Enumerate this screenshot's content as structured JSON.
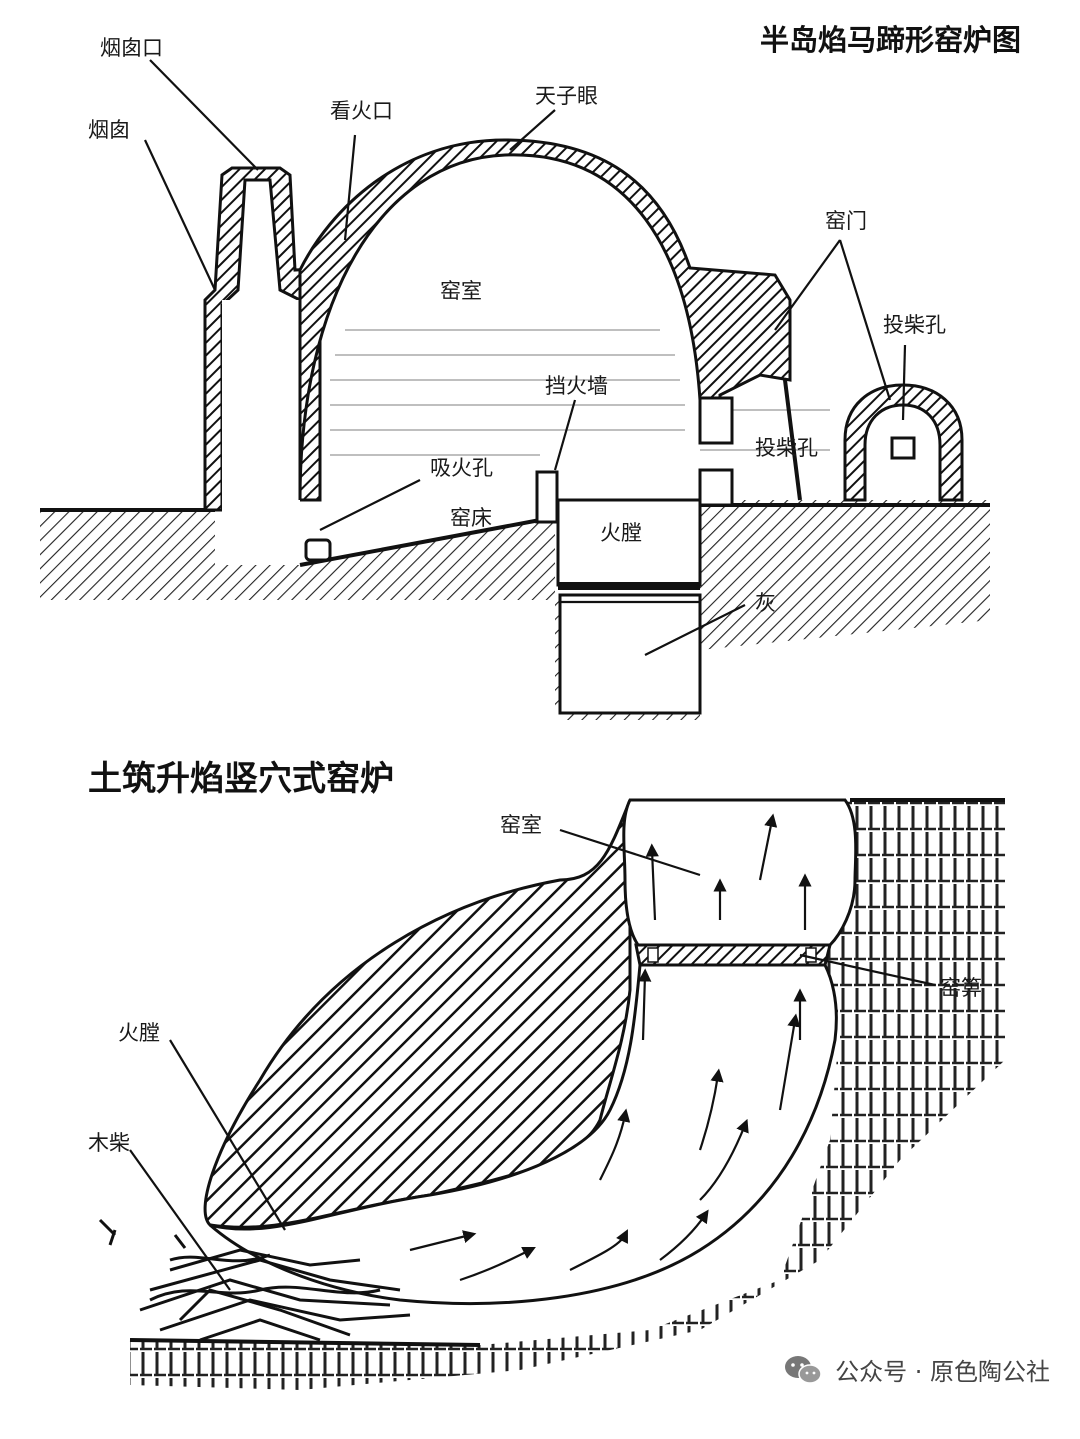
{
  "top_diagram": {
    "title": "半岛焰马蹄形窑炉图",
    "labels": {
      "chimney_mouth": "烟囱口",
      "chimney": "烟囱",
      "viewing_hole": "看火口",
      "sky_eye": "天子眼",
      "kiln_chamber": "窑室",
      "kiln_door": "窑门",
      "firewood_hole_right": "投柴孔",
      "fire_wall": "挡火墙",
      "firewood_hole": "投柴孔",
      "suction_hole": "吸火孔",
      "kiln_bed": "窑床",
      "firebox": "火膛",
      "ash": "灰"
    }
  },
  "bottom_diagram": {
    "title": "土筑升焰竖穴式窑炉",
    "labels": {
      "kiln_chamber": "窑室",
      "kiln_grate": "窑箅",
      "firebox": "火膛",
      "firewood": "木柴"
    }
  },
  "watermark": {
    "text": "公众号 · 原色陶公社",
    "icon": "wechat-icon"
  }
}
